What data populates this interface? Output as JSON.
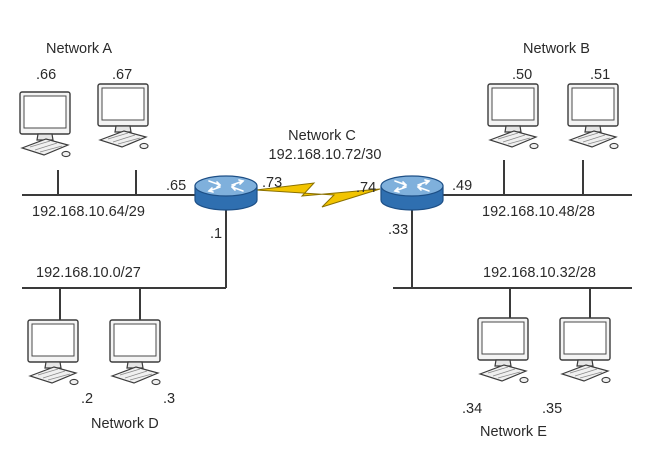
{
  "networks": {
    "a": {
      "name": "Network A",
      "subnet": "192.168.10.64/29",
      "hosts": [
        ".66",
        ".67"
      ]
    },
    "b": {
      "name": "Network B",
      "subnet": "192.168.10.48/28",
      "hosts": [
        ".50",
        ".51"
      ]
    },
    "c": {
      "name": "Network C",
      "subnet": "192.168.10.72/30"
    },
    "d": {
      "name": "Network D",
      "subnet": "192.168.10.0/27",
      "hosts": [
        ".2",
        ".3"
      ]
    },
    "e": {
      "name": "Network E",
      "subnet": "192.168.10.32/28",
      "hosts": [
        ".34",
        ".35"
      ]
    }
  },
  "routers": {
    "left": {
      "icon": "router-icon",
      "if_network_a": ".65",
      "if_network_c": ".73",
      "if_network_d": ".1"
    },
    "right": {
      "icon": "router-icon",
      "if_network_c": ".74",
      "if_network_b": ".49",
      "if_network_e": ".33"
    }
  },
  "serial_link": {
    "icon": "lightning-bolt-icon",
    "color": "#f2c400"
  },
  "colors": {
    "router_top": "#7fb0dc",
    "router_side": "#2f6fb0",
    "router_outline": "#1d4f86"
  }
}
